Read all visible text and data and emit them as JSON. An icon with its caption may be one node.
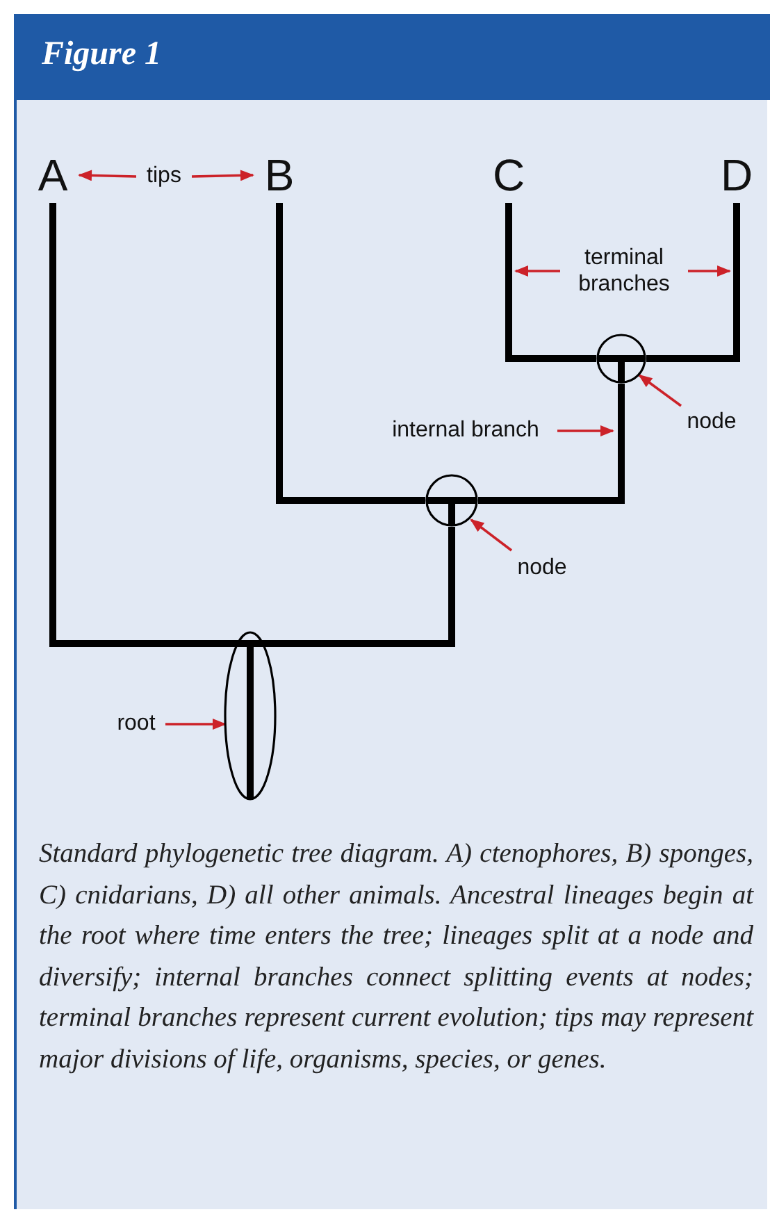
{
  "diagram": {
    "title": "Figure 1",
    "caption": "Standard phylogenetic tree diagram. A) ctenophores, B) sponges, C) cnidarians, D) all other animals. Ancestral lineages begin at the root where time enters the tree; lineages split at a node and diversify; internal branches connect splitting events at nodes; terminal branches represent current evolution; tips may represent major divisions of life, organisms, species, or genes.",
    "nodes": [
      {
        "text": [
          "A"
        ]
      },
      {
        "text": [
          "tips"
        ]
      },
      {
        "text": [
          "B"
        ]
      },
      {
        "text": [
          "C"
        ]
      },
      {
        "text": [
          "D"
        ]
      },
      {
        "text": [
          "terminal branches"
        ]
      },
      {
        "text": [],
        "shape": "circle"
      },
      {
        "text": [
          "node"
        ]
      },
      {
        "text": [
          "internal branch"
        ]
      },
      {
        "text": [],
        "shape": "circle"
      },
      {
        "text": [
          "node"
        ]
      },
      {
        "text": [
          "root"
        ]
      },
      {
        "text": [],
        "shape": "ellipse"
      }
    ],
    "edges": [
      {
        "from": 1,
        "to": 0,
        "arrow": "to"
      },
      {
        "from": 1,
        "to": 2,
        "arrow": "to"
      },
      {
        "from": 5,
        "to": null,
        "arrow": "to"
      },
      {
        "from": 5,
        "to": null,
        "arrow": "to"
      },
      {
        "from": 8,
        "to": null,
        "arrow": "to"
      },
      {
        "from": 7,
        "to": 6,
        "arrow": "to"
      },
      {
        "from": 10,
        "to": 9,
        "arrow": "to"
      },
      {
        "from": 11,
        "to": 12,
        "arrow": "to"
      },
      {
        "from": 12,
        "to": 0,
        "arrow": "none",
        "style": "thick",
        "color": "#000000"
      },
      {
        "from": 12,
        "to": 9,
        "arrow": "none",
        "style": "thick",
        "color": "#000000"
      },
      {
        "from": 9,
        "to": 2,
        "arrow": "none",
        "style": "thick",
        "color": "#000000"
      },
      {
        "from": 9,
        "to": 6,
        "arrow": "none",
        "style": "thick",
        "color": "#000000"
      },
      {
        "from": 6,
        "to": 3,
        "arrow": "none",
        "style": "thick",
        "color": "#000000"
      },
      {
        "from": 6,
        "to": 4,
        "arrow": "none",
        "style": "thick",
        "color": "#000000"
      }
    ]
  }
}
